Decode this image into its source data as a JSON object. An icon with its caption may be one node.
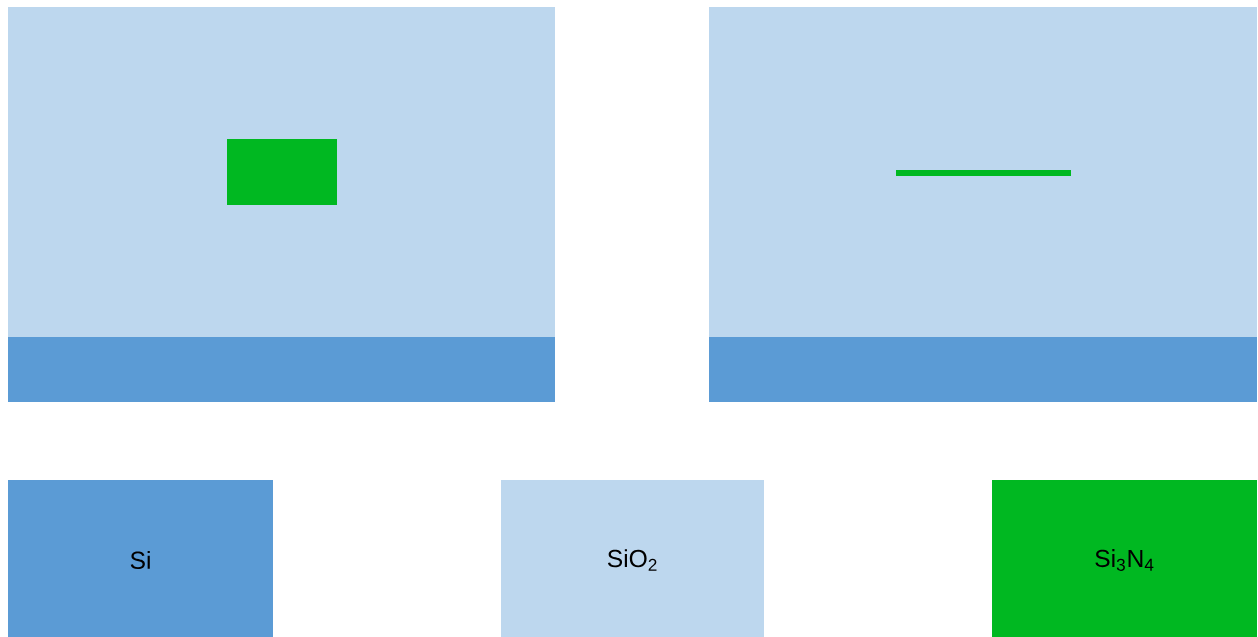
{
  "diagram": {
    "legend": [
      {
        "text": "Si",
        "color": "#5b9bd5"
      },
      {
        "text": "SiO$_{2}$",
        "color": "#bdd7ee"
      },
      {
        "text": "Si$_{3}$N$_{4}$",
        "color": "#00b821"
      }
    ]
  }
}
